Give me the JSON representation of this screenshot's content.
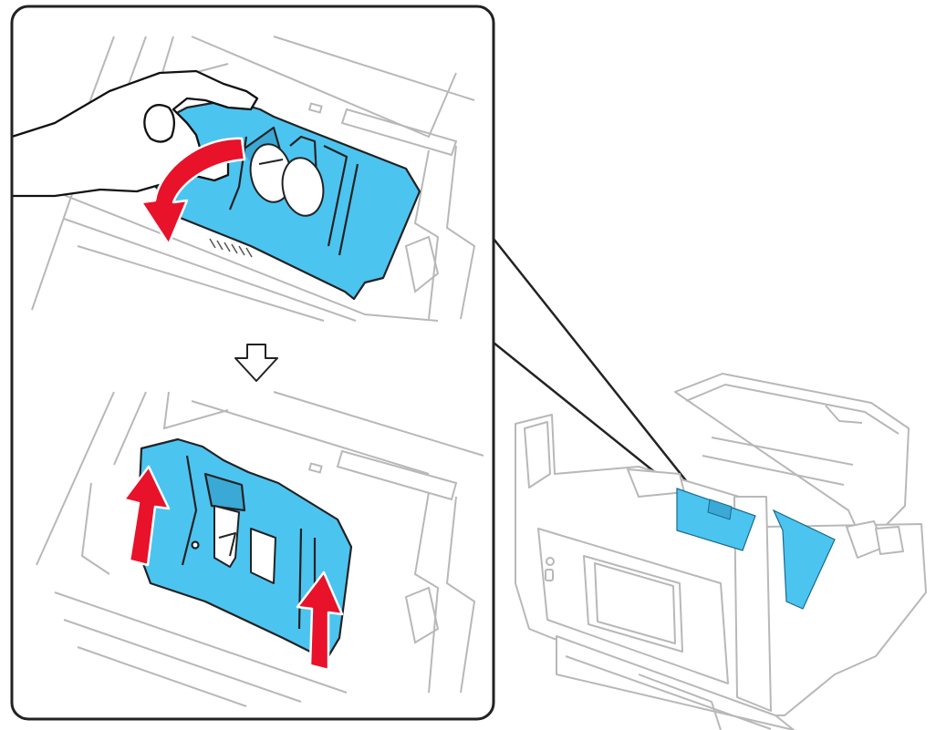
{
  "colors": {
    "cover_blue": "#4cc4f0",
    "arrow_red": "#e8122a",
    "line_gray": "#b8b8b8",
    "outline_black": "#222222"
  },
  "panels": {
    "step1": {
      "action": "open-cover",
      "arrow": "curved-red-arrow"
    },
    "step_arrow": {
      "icon": "down-arrow-icon"
    },
    "step2": {
      "action": "lift-cover",
      "arrows": [
        "up-arrow-left",
        "up-arrow-right"
      ]
    }
  },
  "scanner": {
    "icon": "document-scanner-icon"
  }
}
